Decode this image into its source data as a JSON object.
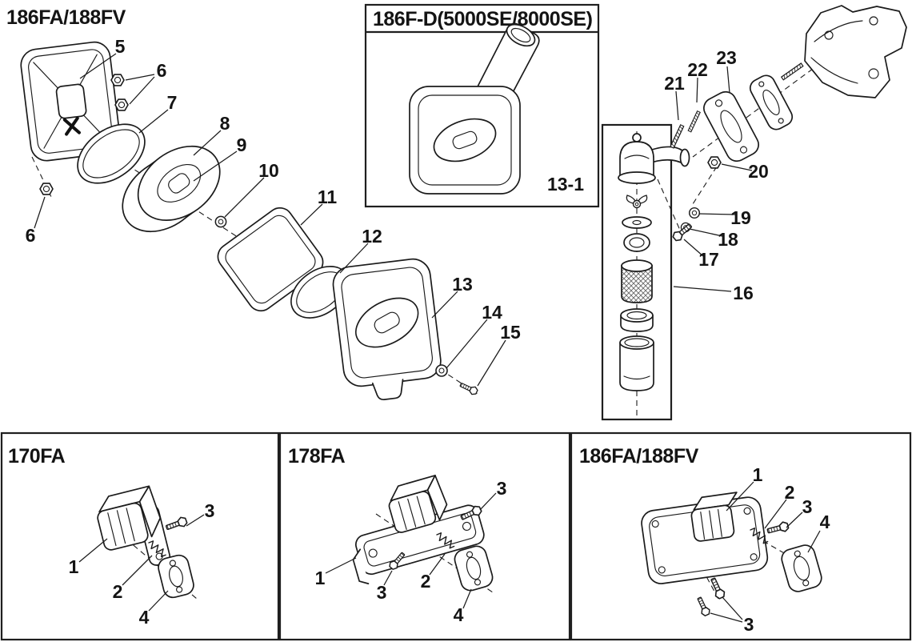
{
  "page": {
    "background": "#ffffff",
    "ink": "#1b1b1b",
    "description": "Exploded parts diagram: air cleaner and intake assemblies"
  },
  "sections": {
    "main": {
      "label": "186FA/188FV",
      "callouts": {
        "c5": "5",
        "c6a": "6",
        "c6b": "6",
        "c7": "7",
        "c8": "8",
        "c9": "9",
        "c10": "10",
        "c11": "11",
        "c12": "12",
        "c13": "13",
        "c14": "14",
        "c15": "15"
      }
    },
    "inset": {
      "label": "186F-D(5000SE/8000SE)",
      "ref": "13-1"
    },
    "intake": {
      "callouts": {
        "c16": "16",
        "c17": "17",
        "c18": "18",
        "c19": "19",
        "c20": "20",
        "c21": "21",
        "c22": "22",
        "c23": "23"
      }
    },
    "panel_170fa": {
      "label": "170FA",
      "callouts": {
        "c1": "1",
        "c2": "2",
        "c3": "3",
        "c4": "4"
      }
    },
    "panel_178fa": {
      "label": "178FA",
      "callouts": {
        "c1": "1",
        "c2": "2",
        "c3a": "3",
        "c3b": "3",
        "c4": "4"
      }
    },
    "panel_186fa": {
      "label": "186FA/188FV",
      "callouts": {
        "c1": "1",
        "c2": "2",
        "c3a": "3",
        "c3b": "3",
        "c4": "4"
      }
    }
  }
}
